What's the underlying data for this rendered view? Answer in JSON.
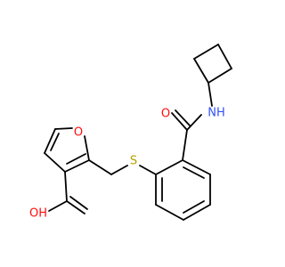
{
  "molecule": {
    "colors": {
      "bond": "#000000",
      "carbon": "#000000",
      "oxygen": "#ff0d0d",
      "nitrogen": "#3050f8",
      "sulfur": "#b8a000",
      "background": "#ffffff"
    },
    "labels": {
      "furan_oxygen": "O",
      "carbonyl_oxygen": "O",
      "amide_nitrogen": "NH",
      "thioether_sulfur": "S",
      "hydroxyl": "OH"
    }
  }
}
